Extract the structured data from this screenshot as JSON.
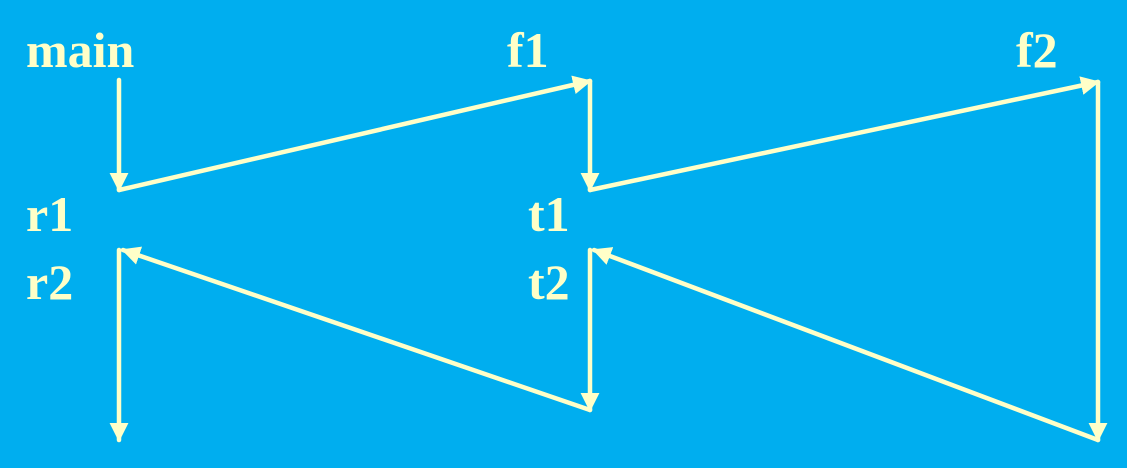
{
  "diagram": {
    "stroke_color": "#FFFFC8",
    "background_color": "#00AEEF",
    "labels": {
      "main": "main",
      "f1": "f1",
      "f2": "f2",
      "r1": "r1",
      "r2": "r2",
      "t1": "t1",
      "t2": "t2"
    }
  }
}
